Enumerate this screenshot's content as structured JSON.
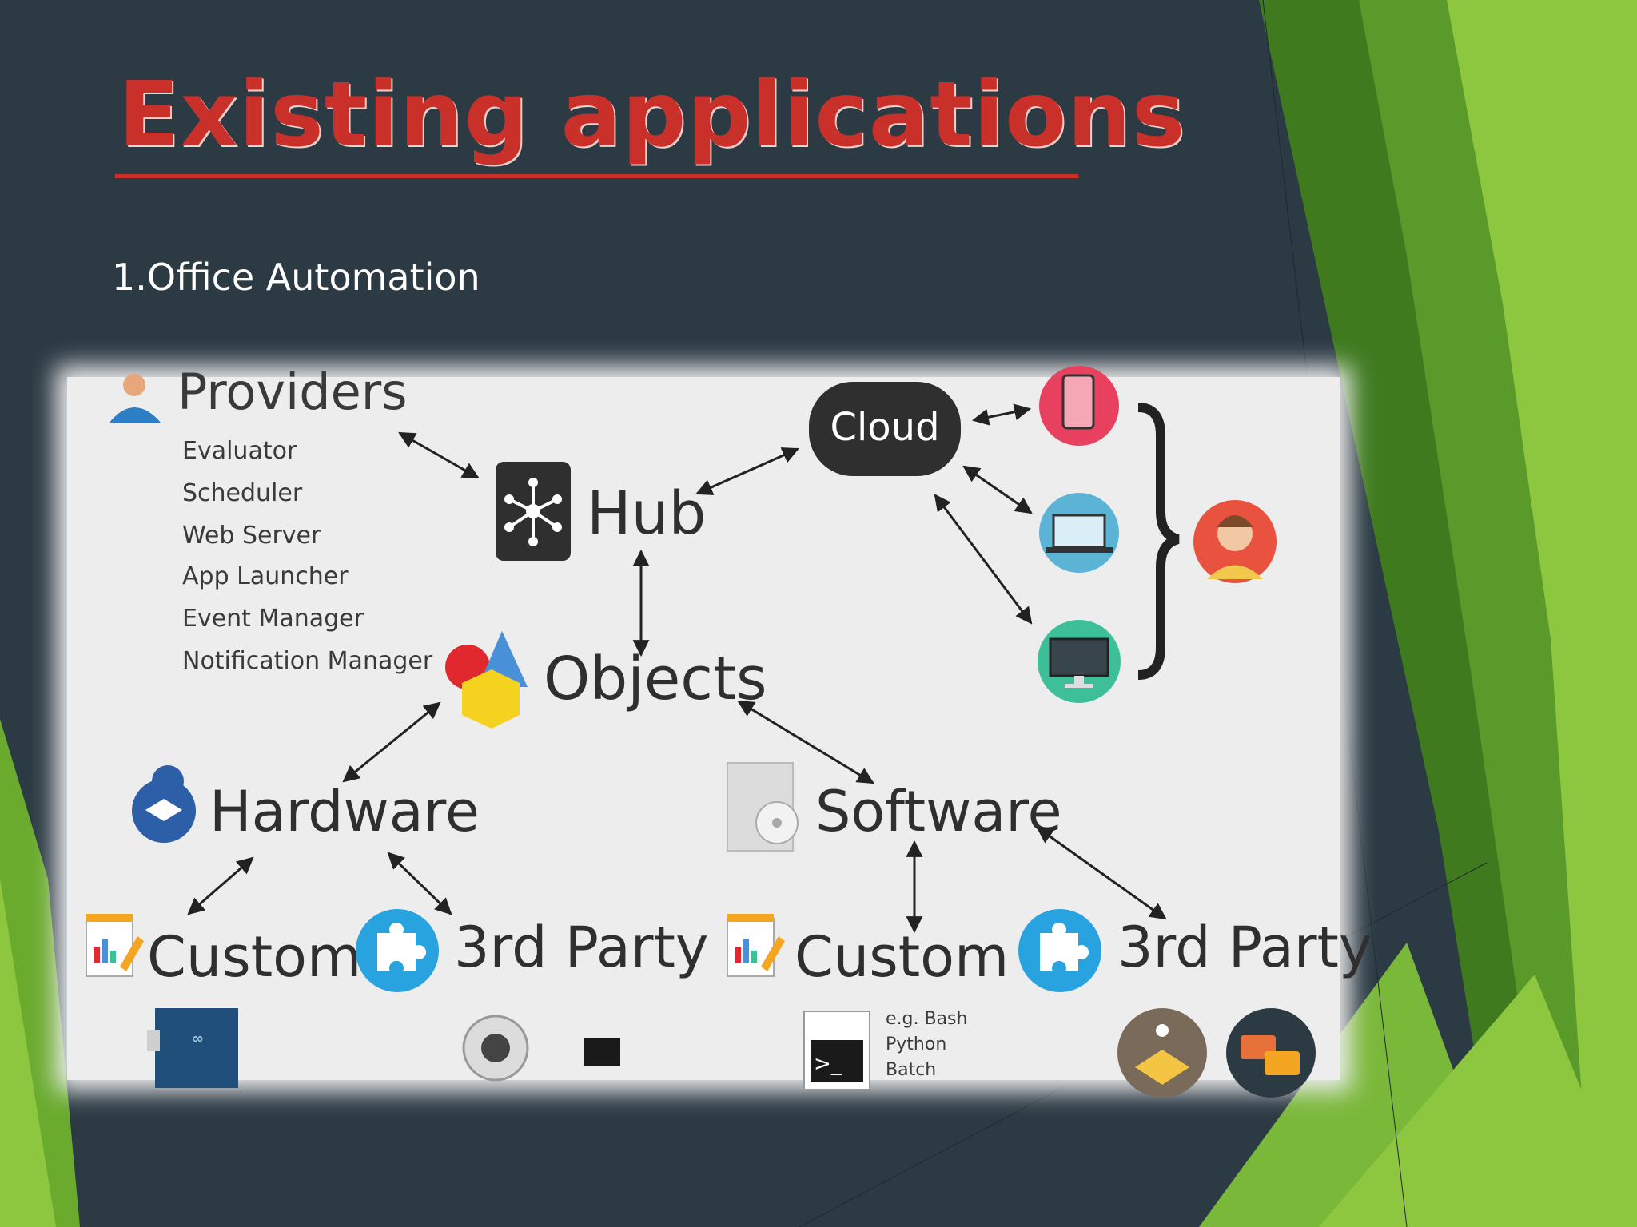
{
  "slide": {
    "title": "Existing applications",
    "subtitle": "1.Office Automation"
  },
  "diagram": {
    "providers": {
      "heading": "Providers",
      "items": [
        "Evaluator",
        "Scheduler",
        "Web Server",
        "App Launcher",
        "Event Manager",
        "Notification Manager"
      ]
    },
    "hub": "Hub",
    "cloud": "Cloud",
    "objects": "Objects",
    "hardware": "Hardware",
    "software": "Software",
    "hw_custom": "Custom",
    "hw_third_party": "3rd Party",
    "sw_custom": "Custom",
    "sw_third_party": "3rd Party",
    "scripts": [
      "e.g. Bash",
      "Python",
      "Batch"
    ]
  },
  "colors": {
    "background": "#2c3a44",
    "title": "#c9302a",
    "green_light": "#8dc63f",
    "green_dark": "#3f7a1f",
    "device_phone": "#e8415f",
    "device_laptop": "#5bb3d6",
    "device_desktop": "#3dbf9a",
    "puzzle_blue": "#29a3e0"
  }
}
